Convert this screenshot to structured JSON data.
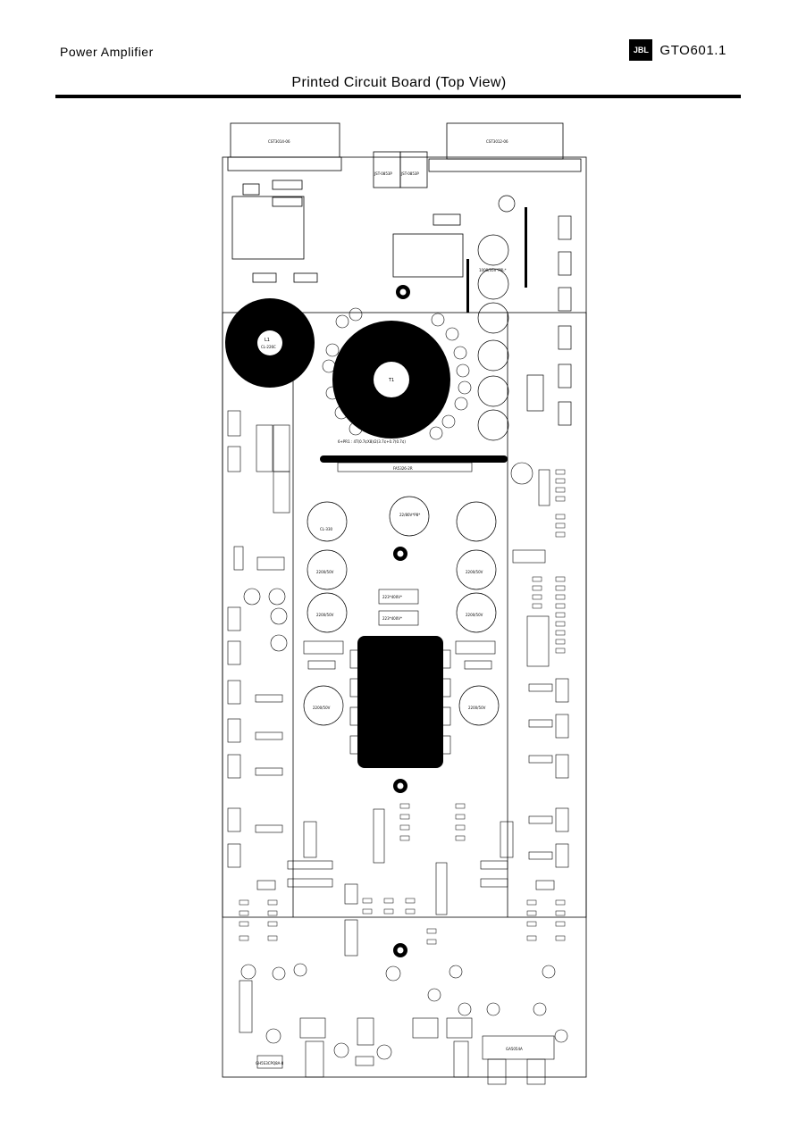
{
  "header": {
    "left_text": "Power  Amplifier",
    "logo_text": "JBL",
    "model": "GTO601.1"
  },
  "page_title": "Printed Circuit Board (Top View)",
  "board": {
    "connector_top_left": "CST3014-06",
    "connector_top_right": "CST3012-06",
    "jack_left": "JST-0853P",
    "jack_right": "JST-0853P",
    "toroid_small_label": "L1",
    "toroid_small_sub": "CL-226C",
    "toroid_large_label": "T1",
    "transformer_caption": "6+PR1 : 4T(0.7¢X8)/2(3.7¢+0.7(0.7¢)",
    "bar_label": "FA5326-2R",
    "center_cap_1": "22/80V*P8*",
    "center_cap_2": "2200/50V",
    "center_cap_3": "2200/50V",
    "center_cap_4": "2200/50V",
    "center_cap_5": "2200/50V",
    "center_cap_6": "2200/50V",
    "center_cap_7": "2200/50V",
    "inductor_l1": "CL-330",
    "right_caps": "1000/35V*P8L*",
    "film_cap_1": "223*400V*",
    "film_cap_2": "223*400V*",
    "bottom_chip": "GH5S3CPQ8A-8",
    "bottom_connector": "GA5054A"
  }
}
